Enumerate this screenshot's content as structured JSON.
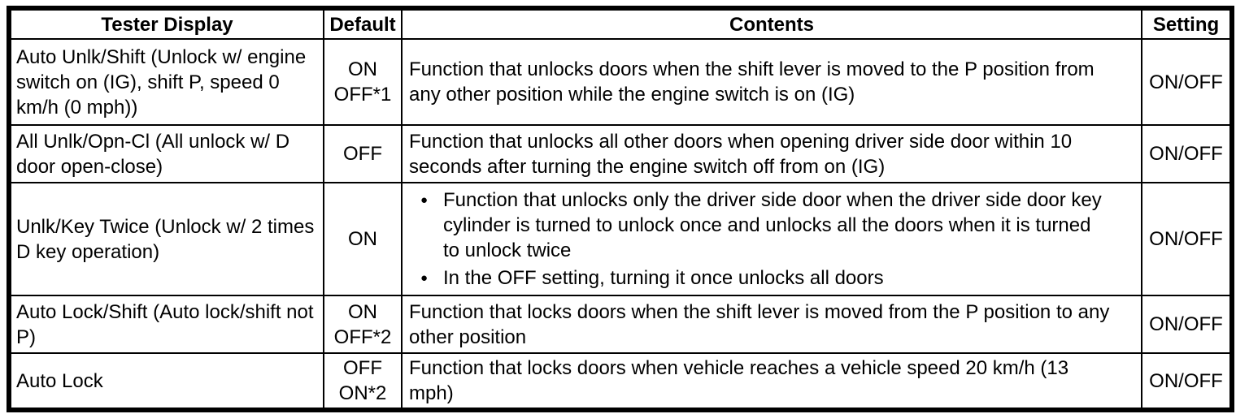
{
  "table": {
    "bullet_glyph": "●",
    "headers": {
      "tester_display": "Tester Display",
      "default": "Default",
      "contents": "Contents",
      "setting": "Setting"
    },
    "rows": [
      {
        "tester_display": {
          "name": "Auto Unlk/Shift",
          "sub": "(Unlock w/ engine switch on (IG), shift P, speed 0 km/h (0 mph))"
        },
        "default": [
          "ON",
          "OFF*1"
        ],
        "contents": "Function that unlocks doors when the shift lever is moved to the P position from any other position while the engine switch is on (IG)",
        "setting": "ON/OFF"
      },
      {
        "tester_display": {
          "name": "All Unlk/Opn-Cl",
          "sub": "(All unlock w/ D door open-close)"
        },
        "default": [
          "OFF"
        ],
        "contents": "Function that unlocks all other doors when opening driver side door within 10 seconds after turning the engine switch off from on (IG)",
        "setting": "ON/OFF"
      },
      {
        "tester_display": {
          "name": "Unlk/Key Twice",
          "sub": "(Unlock w/ 2 times D key operation)"
        },
        "default": [
          "ON"
        ],
        "bullets": [
          "Function that unlocks only the driver side door when the driver side door key cylinder is turned to unlock once and unlocks all the doors when it is turned to unlock twice",
          "In the OFF setting, turning it once unlocks all doors"
        ],
        "setting": "ON/OFF"
      },
      {
        "tester_display": {
          "name": "Auto Lock/Shift",
          "sub": "(Auto lock/shift not P)"
        },
        "default": [
          "ON",
          "OFF*2"
        ],
        "contents": "Function that locks doors when the shift lever is moved from the P position to any other position",
        "setting": "ON/OFF"
      },
      {
        "tester_display": {
          "name": "Auto Lock"
        },
        "default": [
          "OFF",
          "ON*2"
        ],
        "contents": "Function that locks doors when vehicle reaches a vehicle speed 20 km/h (13 mph)",
        "setting": "ON/OFF"
      }
    ]
  }
}
